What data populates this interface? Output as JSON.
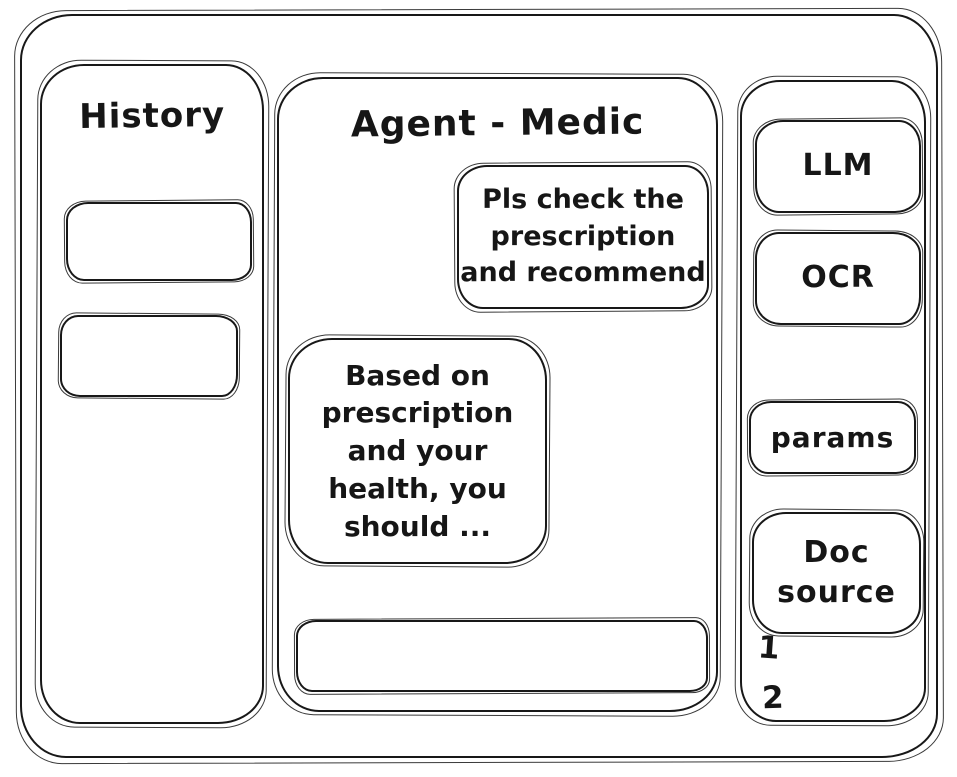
{
  "window": {
    "title": "Agent - Medic"
  },
  "history_panel": {
    "title": "History",
    "items": [
      {
        "label": ""
      },
      {
        "label": ""
      }
    ]
  },
  "chat_panel": {
    "title": "Agent - Medic",
    "messages": [
      {
        "role": "user",
        "text": "Pls check the\nprescription\nand recommend"
      },
      {
        "role": "agent",
        "text": "Based on\nprescription\nand your\nhealth, you\nshould ..."
      }
    ],
    "input": {
      "value": "",
      "placeholder": ""
    }
  },
  "tools_panel": {
    "items": [
      {
        "label": "LLM"
      },
      {
        "label": "OCR"
      },
      {
        "label": "params"
      },
      {
        "label": "Doc\nsource"
      }
    ],
    "annotations": [
      {
        "label": "1"
      },
      {
        "label": "2"
      }
    ]
  },
  "colors": {
    "stroke": "#181818",
    "background": "#ffffff"
  }
}
